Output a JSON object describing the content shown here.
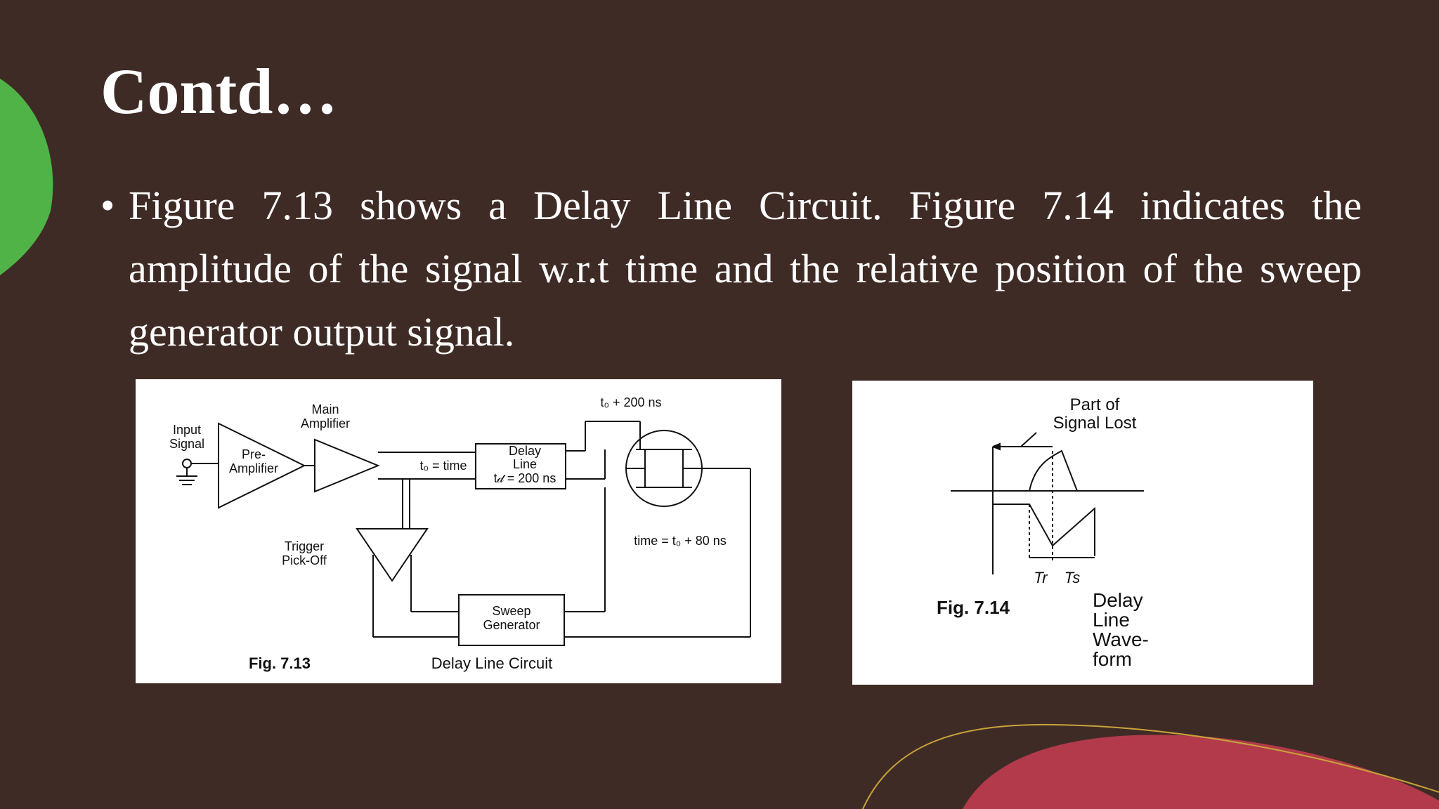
{
  "slide": {
    "title": "Contd…",
    "bullet": "•",
    "body": "Figure 7.13 shows a Delay Line Circuit. Figure 7.14 indicates the amplitude of the signal w.r.t time and the relative position of the sweep generator output signal."
  },
  "figure_713": {
    "input_signal_1": "Input",
    "input_signal_2": "Signal",
    "main_amp_1": "Main",
    "main_amp_2": "Amplifier",
    "pre_amp_1": "Pre-",
    "pre_amp_2": "Amplifier",
    "t0_time": "t₀ = time",
    "delay_1": "Delay",
    "delay_2": "Line",
    "delay_3": "t𝒹 = 200 ns",
    "t0_200": "t₀ + 200 ns",
    "time_80": "time = t₀ + 80 ns",
    "trigger_1": "Trigger",
    "trigger_2": "Pick-Off",
    "sweep_1": "Sweep",
    "sweep_2": "Generator",
    "fig_label": "Fig. 7.13",
    "caption": "Delay Line Circuit"
  },
  "figure_714": {
    "lost_1": "Part of",
    "lost_2": "Signal Lost",
    "tr": "Tr",
    "ts": "Ts",
    "fig_label": "Fig. 7.14",
    "cap_1": "Delay",
    "cap_2": "Line",
    "cap_3": "Wave-",
    "cap_4": "form"
  },
  "colors": {
    "background": "#3f2b26",
    "green_accent": "#4fb347",
    "red_accent": "#b23a4a",
    "gold_line": "#c8a23a"
  }
}
